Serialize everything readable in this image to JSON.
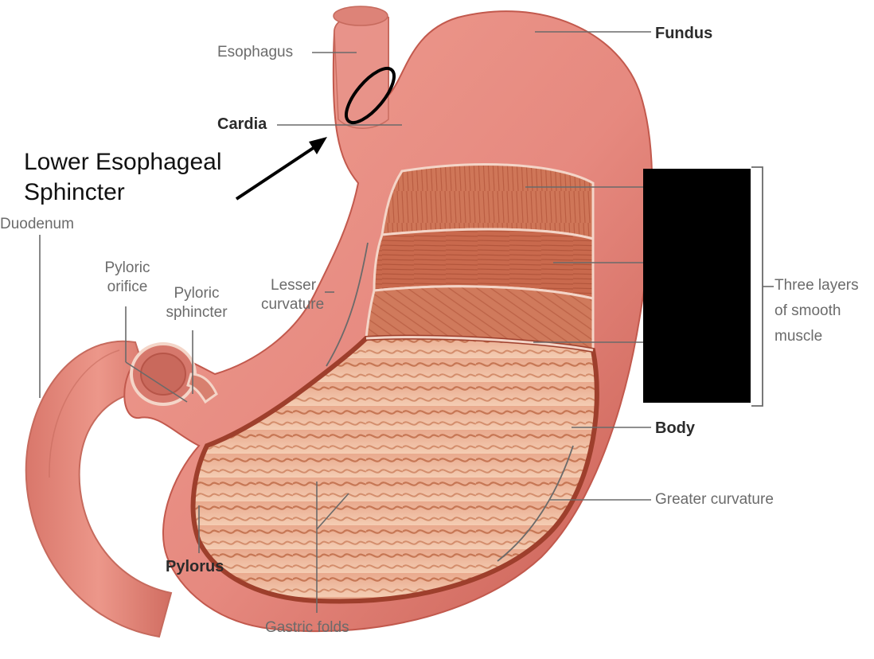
{
  "colors": {
    "tissue": "#e6897f",
    "tissue_dark": "#c65a4d",
    "muscle": "#c96a4f",
    "mucosa": "#f1c2a6",
    "fold": "#b8613f",
    "leader": "#6a6a6a",
    "annotation": "#000000",
    "redaction": "#000000"
  },
  "labels": {
    "esophagus": "Esophagus",
    "fundus": "Fundus",
    "cardia": "Cardia",
    "lower_esophageal_sphincter_line1": "Lower Esophageal",
    "lower_esophageal_sphincter_line2": "Sphincter",
    "pyloric_orifice_line1": "Pyloric",
    "pyloric_orifice_line2": "orifice",
    "pyloric_sphincter_line1": "Pyloric",
    "pyloric_sphincter_line2": "sphincter",
    "duodenum": "Duodenum",
    "lesser_curvature_line1": "Lesser",
    "lesser_curvature_line2": "curvature",
    "three_layers_line1": "Three layers",
    "three_layers_line2": "of smooth",
    "three_layers_line3": "muscle",
    "body": "Body",
    "greater_curvature": "Greater curvature",
    "pylorus": "Pylorus",
    "gastric_folds": "Gastric folds"
  }
}
